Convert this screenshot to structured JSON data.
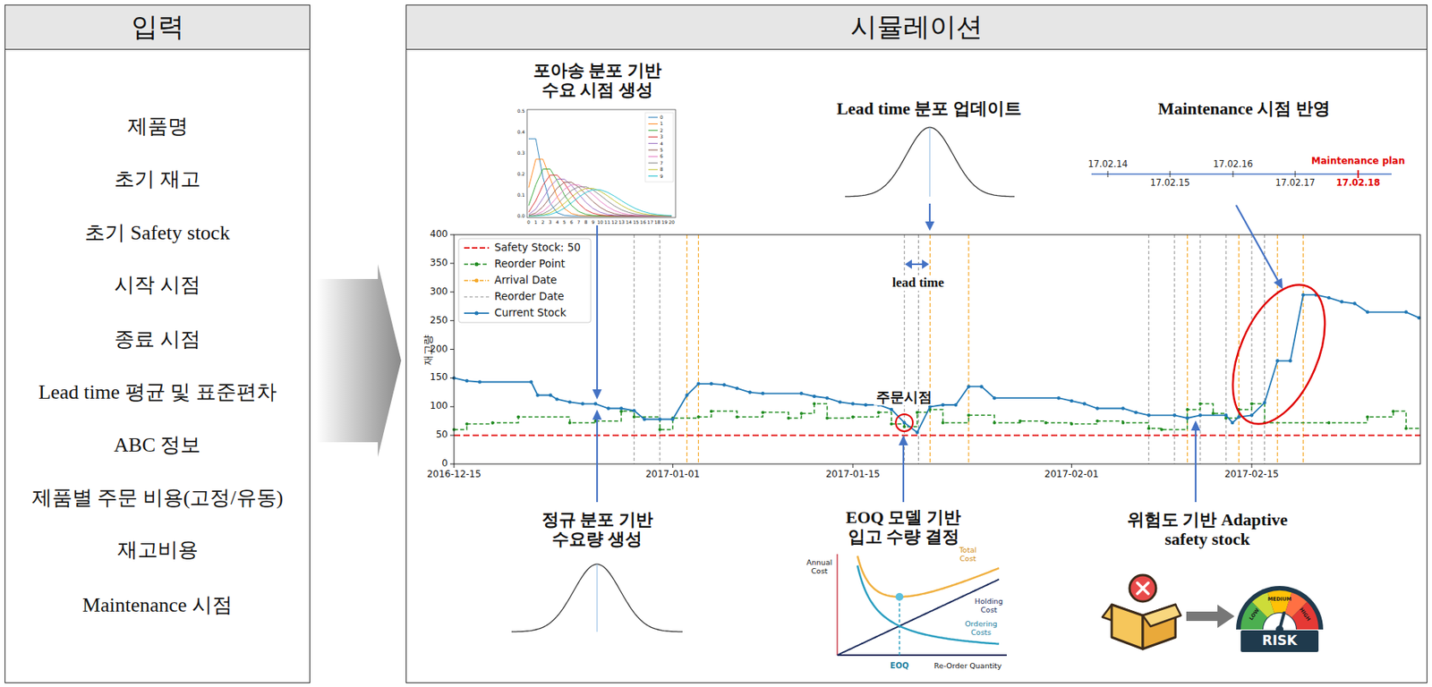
{
  "diagram": {
    "nodes": [
      {
        "text": [
          "입력",
          "제품명",
          "초기 재고",
          "초기 Safety stock",
          "시작 시점",
          "종료 시점",
          "Lead time 평균 및 표준편차",
          "ABC 정보",
          "제품별 주문 비용(고정/유동)",
          "재고비용",
          "Maintenance 시점"
        ]
      },
      {
        "text": [
          "시뮬레이션"
        ]
      }
    ],
    "edges": [
      {
        "from": 0,
        "to": 1,
        "arrow": "to"
      }
    ],
    "labels": [
      "포아송 분포 기반 수요 시점 생성",
      "Lead time 분포 업데이트",
      "Maintenance 시점 반영",
      "정규 분포 기반 수요량 생성",
      "EOQ 모델 기반 입고 수량 결정",
      "위험도 기반 Adaptive safety stock",
      "lead time",
      "주문시점",
      "재고량",
      "400",
      "350",
      "300",
      "250",
      "200",
      "150",
      "100",
      "50",
      "0",
      "2016-12-15",
      "2017-01-01",
      "2017-01-15",
      "2017-02-01",
      "2017-02-15",
      "Maintenance plan",
      "17.02.14",
      "17.02.15",
      "17.02.16",
      "17.02.17",
      "17.02.18",
      "Annual Cost",
      "Total Cost",
      "Holding Cost",
      "Ordering Costs",
      "EOQ",
      "Re-Order Quantity",
      "LOW",
      "MEDIUM",
      "HIGH",
      "RISK",
      "0.5",
      "0.4",
      "0.3",
      "0.2",
      "0.1",
      "0.0",
      "0",
      "1",
      "2",
      "3",
      "4",
      "5",
      "6",
      "7",
      "8",
      "9",
      "10",
      "11",
      "12",
      "13",
      "14",
      "15",
      "16",
      "17",
      "18",
      "19",
      "20",
      "0",
      "1",
      "2",
      "3",
      "4",
      "5",
      "6",
      "7",
      "8",
      "9"
    ],
    "legend": [
      {
        "text": "Safety Stock: 50"
      },
      {
        "text": "Reorder Point"
      },
      {
        "text": "Arrival Date"
      },
      {
        "text": "Reorder Date"
      },
      {
        "text": "Current Stock"
      }
    ]
  }
}
